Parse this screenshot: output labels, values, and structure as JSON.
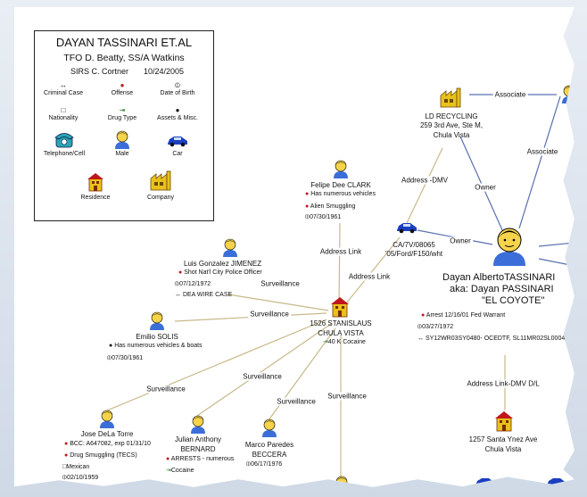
{
  "legend": {
    "title": "DAYAN TASSINARI ET.AL",
    "subtitle": "TFO D. Beatty, SS/A Watkins",
    "sirs": "SIRS C. Cortner",
    "date": "10/24/2005",
    "symbols": {
      "criminal_case_glyph": "↔",
      "criminal_case": "Criminal Case",
      "offense_glyph": "●",
      "offense": "Offense",
      "dob_glyph": "⦶",
      "dob": "Date of Birth",
      "nationality_glyph": "□",
      "nationality": "Nationality",
      "drug_type_glyph": "⇥",
      "drug_type": "Drug Type",
      "assets_glyph": "●",
      "assets": "Assets & Misc."
    },
    "icons": {
      "telephone": "Telephone/Cell",
      "male": "Male",
      "car": "Car",
      "residence": "Residence",
      "company": "Company"
    }
  },
  "nodes": {
    "ld_recycling": {
      "name": "LD RECYCLING",
      "addr1": "259 3rd Ave, Ste M,",
      "addr2": "Chula Vista"
    },
    "felipe": {
      "name": "Felipe Dee CLARK",
      "fact1": "Has numerous vehicles",
      "fact2": "Alien Smuggling",
      "dob": "07/30/1961"
    },
    "luis": {
      "name": "Luis Gonzalez JIMENEZ",
      "fact1": "Shot Nat'l City Police Officer",
      "dob": "07/12/1972",
      "case": "DEA WIRE CASE"
    },
    "car_plate": {
      "line1": "CA/7V/08065",
      "line2": "'05/Ford/F150/wht"
    },
    "dayan": {
      "name": "Dayan AlbertoTASSINARI",
      "aka": "aka: Dayan PASSINARI",
      "nick": "\"EL COYOTE\"",
      "fact1": "Arrest 12/16/01 Fed Warrant",
      "dob": "03/27/1972",
      "case": "SY12WR03SY0480- OCEDTF, SL11MR02SL0004-"
    },
    "stanislaus": {
      "name": "1526 STANISLAUS",
      "city": "CHULA VISTA",
      "drug": "40 K Cocaine"
    },
    "emilio": {
      "name": "Emilio SOLIS",
      "fact1": "Has numerous vehicles & boats",
      "dob": "07/30/1961"
    },
    "jose": {
      "name": "Jose DeLa Torre",
      "fact1": "BCC: A647082, exp 01/31/10",
      "fact2": "Drug Smuggling (TECS)",
      "nationality": "Mexican",
      "dob": "02/10/1959"
    },
    "julian": {
      "name1": "Julian Anthony",
      "name2": "BERNARD",
      "fact1": "ARRESTS - numerous",
      "drug": "Cocaine"
    },
    "marco": {
      "name1": "Marco Paredes",
      "name2": "BECCERA",
      "dob": "06/17/1976"
    },
    "santa_ynez": {
      "name": "1257 Santa Ynez Ave",
      "city": "Chula Vista"
    }
  },
  "links": {
    "associate_top": "Associate",
    "associate_right": "Associate",
    "address_dmv": "Address -DMV",
    "owner_ld": "Owner",
    "owner_car": "Owner",
    "address_link_felipe": "Address Link",
    "address_link_car": "Address Link",
    "surv_luis": "Surveillance",
    "surv_emilio": "Surveillance",
    "surv_jose": "Surveillance",
    "surv_julian": "Surveillance",
    "surv_marco": "Surveillance",
    "surv_bottom": "Surveillance",
    "address_link_dmv_dl": "Address Link-DMV D/L"
  },
  "colors": {
    "link_tan": "#c8b98a",
    "link_blue": "#5a6fb0",
    "offense_red": "#c0171a",
    "house": "#e8c21a",
    "car_blue": "#1a3fc0",
    "face": "#f5d34a",
    "phone": "#2aa6b0"
  }
}
